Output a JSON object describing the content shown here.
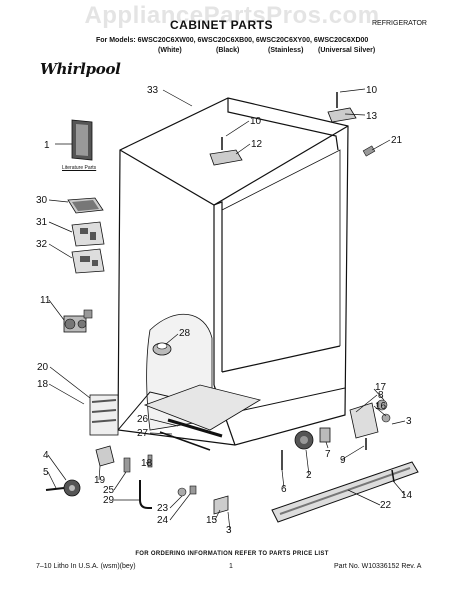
{
  "watermark": "AppliancePartsPros.com",
  "header": {
    "title": "CABINET PARTS",
    "doc_type": "REFRIGERATOR",
    "models_line": "For Models: 6WSC20C6XW00, 6WSC20C6XB00, 6WSC20C6XY00, 6WSC20C6XD00",
    "variants": [
      "(White)",
      "(Black)",
      "(Stainless)",
      "(Universal Silver)"
    ]
  },
  "logo": "Whirlpool",
  "literature_label": "Literature Parts",
  "callouts": [
    "33",
    "10",
    "13",
    "10",
    "12",
    "21",
    "1",
    "30",
    "31",
    "32",
    "11",
    "28",
    "20",
    "18",
    "26",
    "27",
    "8",
    "17",
    "16",
    "3",
    "9",
    "7",
    "2",
    "6",
    "4",
    "5",
    "19",
    "18",
    "25",
    "29",
    "23",
    "24",
    "15",
    "3",
    "14",
    "22"
  ],
  "footer": {
    "order_note": "FOR ORDERING INFORMATION REFER TO PARTS PRICE LIST",
    "litho": "7–10 Litho In U.S.A. (wsm)(bey)",
    "page": "1",
    "part_no": "Part No. W10336152 Rev. A"
  }
}
